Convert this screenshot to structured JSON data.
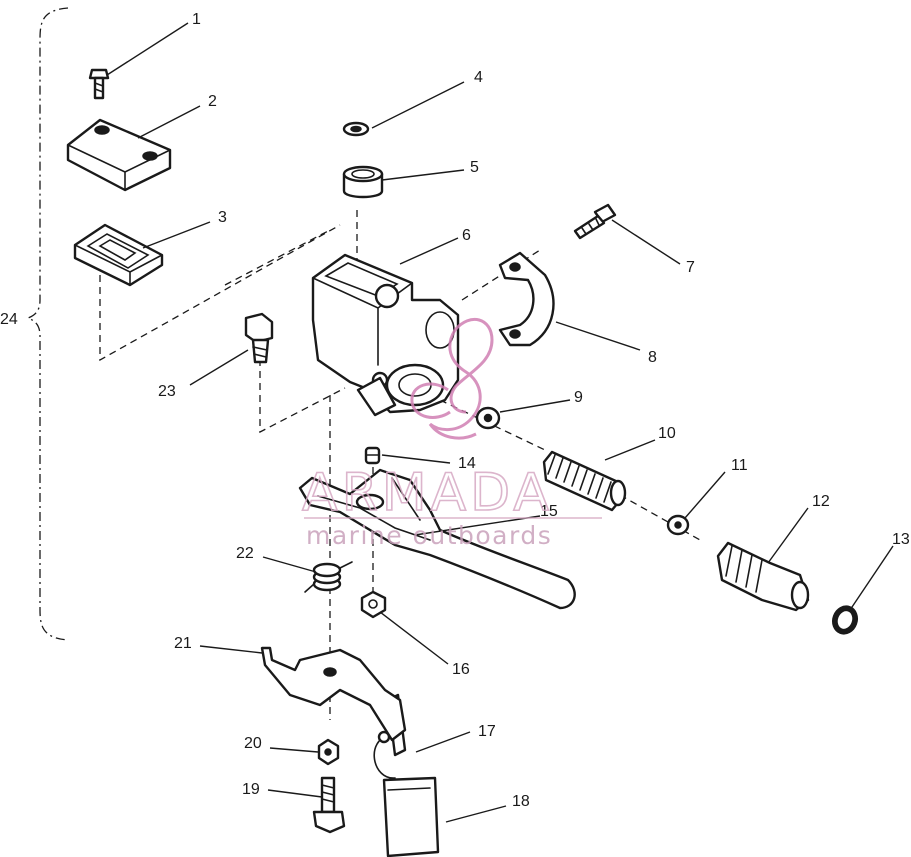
{
  "diagram": {
    "callouts": [
      {
        "n": "1"
      },
      {
        "n": "2"
      },
      {
        "n": "3"
      },
      {
        "n": "4"
      },
      {
        "n": "5"
      },
      {
        "n": "6"
      },
      {
        "n": "7"
      },
      {
        "n": "8"
      },
      {
        "n": "9"
      },
      {
        "n": "10"
      },
      {
        "n": "11"
      },
      {
        "n": "12"
      },
      {
        "n": "13"
      },
      {
        "n": "14"
      },
      {
        "n": "15"
      },
      {
        "n": "16"
      },
      {
        "n": "17"
      },
      {
        "n": "18"
      },
      {
        "n": "19"
      },
      {
        "n": "20"
      },
      {
        "n": "21"
      },
      {
        "n": "22"
      },
      {
        "n": "23"
      },
      {
        "n": "24"
      }
    ]
  },
  "watermark": {
    "word": "ARMADA",
    "sub": "marine outboards",
    "color": "#d7a9c4",
    "logo_color": "#d17fb3"
  }
}
